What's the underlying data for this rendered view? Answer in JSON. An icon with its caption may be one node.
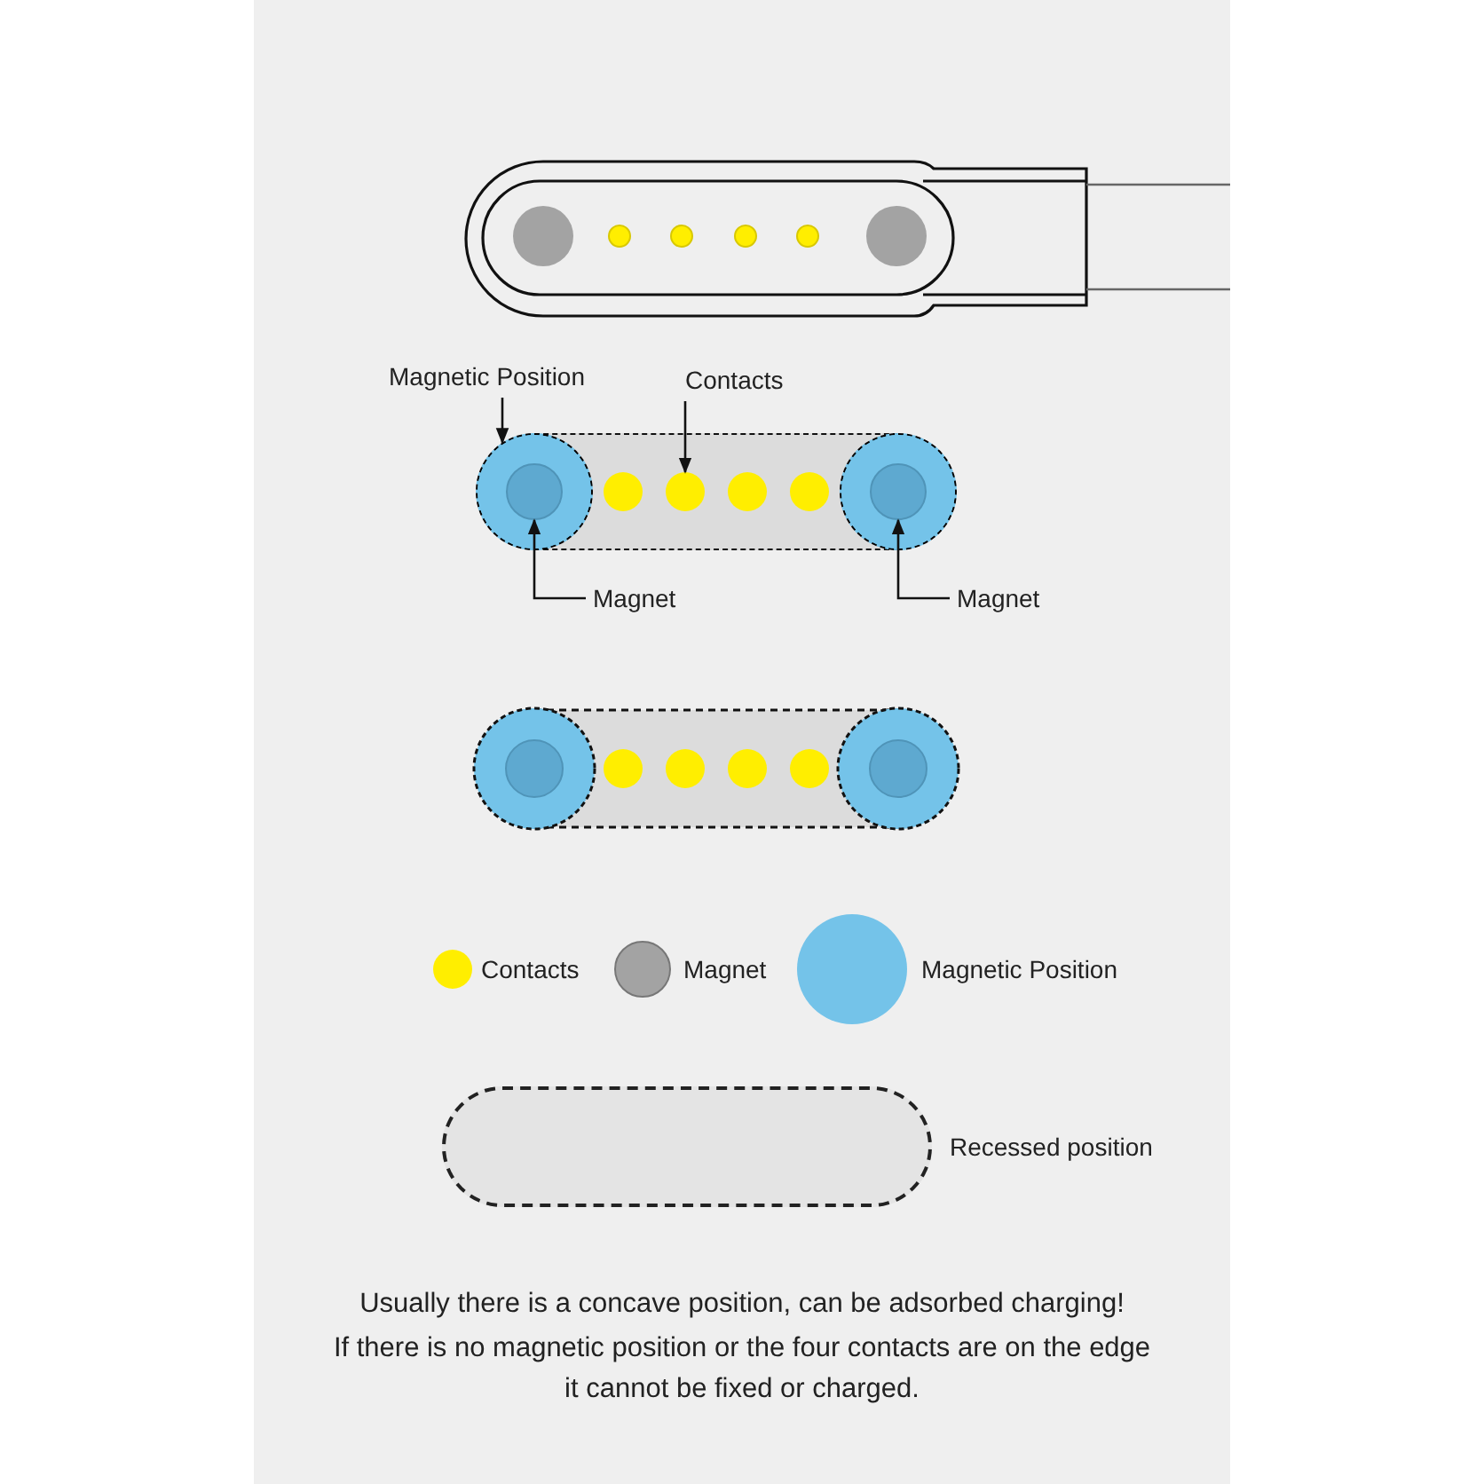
{
  "diagram": {
    "nodes": [
      {
        "text": [
          "Magnetic Position"
        ]
      },
      {
        "text": [
          "Contacts"
        ]
      },
      {
        "text": [
          "Magnet"
        ]
      },
      {
        "text": [
          "Magnet"
        ]
      },
      {
        "text": [],
        "shape": "circle"
      },
      {
        "text": [],
        "shape": "circle",
        "in": 4
      },
      {
        "text": [],
        "shape": "circle"
      },
      {
        "text": [],
        "shape": "circle"
      },
      {
        "text": [],
        "shape": "circle"
      },
      {
        "text": [],
        "shape": "circle"
      },
      {
        "text": [],
        "shape": "circle"
      },
      {
        "text": [],
        "shape": "circle",
        "in": 10
      },
      {
        "text": [],
        "shape": "pill",
        "beside": [
          "Recessed position"
        ]
      }
    ],
    "edges": [
      {
        "from": 0,
        "to": 4,
        "arrow": "to"
      },
      {
        "from": 1,
        "to": 7,
        "arrow": "to"
      },
      {
        "from": 2,
        "to": 5,
        "arrow": "to"
      },
      {
        "from": 3,
        "to": 11,
        "arrow": "to"
      }
    ],
    "labels": [
      "Usually there is a concave position, can be adsorbed charging!",
      "If there is no magnetic position or the four contacts are on the edge it cannot be fixed or charged."
    ],
    "legend": [
      {
        "text": "Contacts",
        "color": "#ffee00"
      },
      {
        "text": "Magnet",
        "color": "#a3a3a3"
      },
      {
        "text": "Magnetic Position",
        "color": "#74c3e9"
      }
    ]
  }
}
